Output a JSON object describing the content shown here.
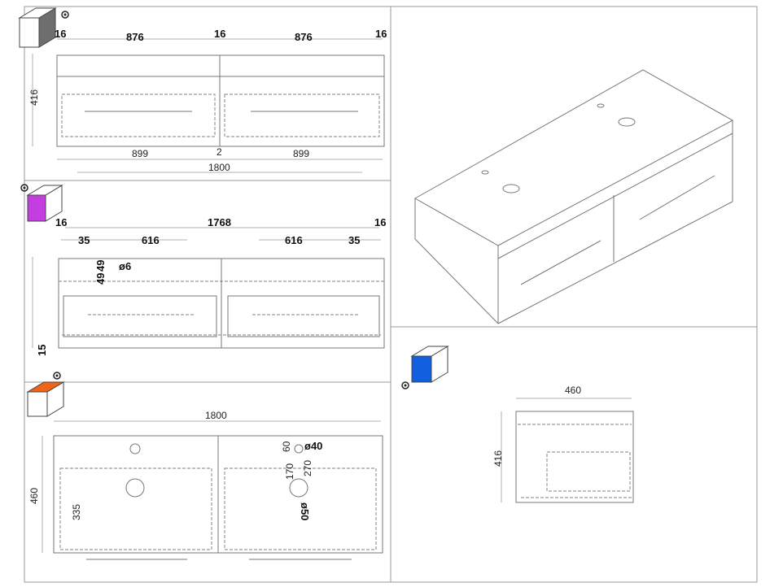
{
  "colors": {
    "front_view": "#6e6e6e",
    "top_view_side": "#c23ee0",
    "plan_view": "#f06418",
    "side_view": "#1060e0"
  },
  "front_view": {
    "icon": "cube-front-view-icon",
    "top_dims": [
      "16",
      "876",
      "16",
      "876",
      "16"
    ],
    "height": "416",
    "bottom_dims": [
      "899",
      "2",
      "899"
    ],
    "total_width": "1800"
  },
  "rear_view": {
    "icon": "cube-side-view-icon",
    "top_dims": [
      "16",
      "1768",
      "16"
    ],
    "hole_dims": [
      "35",
      "616",
      "616",
      "35"
    ],
    "vertical_dims": [
      "49",
      "49"
    ],
    "hole_diameter": "ø6",
    "bottom_dim": "15"
  },
  "plan_view": {
    "icon": "cube-top-view-icon",
    "width": "1800",
    "depth": "460",
    "inner_depth": "335",
    "dims": [
      "60",
      "170",
      "270"
    ],
    "tap_hole": "ø40",
    "drain_hole": "ø50"
  },
  "side_view": {
    "icon": "cube-side-view-icon",
    "width": "460",
    "height": "416"
  }
}
